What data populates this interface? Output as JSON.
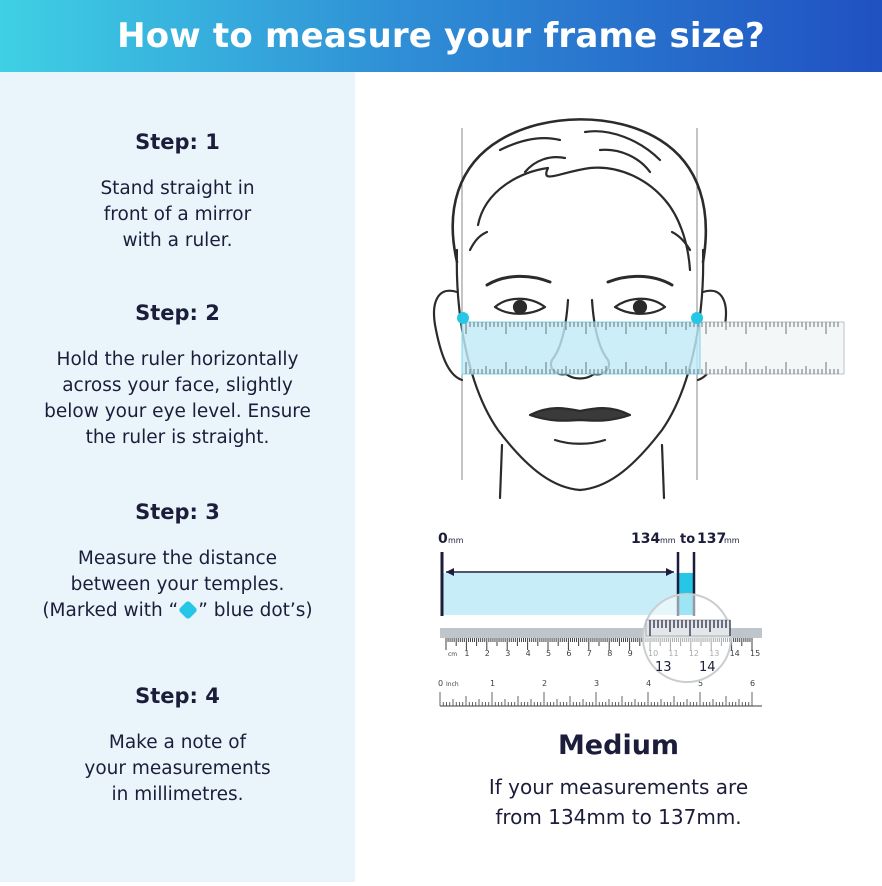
{
  "title": "How to measure your frame size?",
  "steps": [
    {
      "heading": "Step: 1",
      "text": "Stand straight in\nfront of a mirror\nwith a ruler."
    },
    {
      "heading": "Step: 2",
      "text": "Hold the ruler horizontally\nacross your face, slightly\nbelow your eye level. Ensure\nthe ruler is straight."
    },
    {
      "heading": "Step: 3",
      "text_before": "Measure the distance\nbetween your temples.\n(Marked with “",
      "text_after": "” blue dot’s)"
    },
    {
      "heading": "Step: 4",
      "text": "Make a note of\nyour measurements\nin millimetres."
    }
  ],
  "scale": {
    "zero_label": "0",
    "zero_unit": "mm",
    "min_value": "134",
    "min_unit": "mm",
    "to_word": "to",
    "max_value": "137",
    "max_unit": "mm",
    "cm_unit": "cm",
    "inch_unit": "Inch",
    "cm_ticks": [
      "1",
      "2",
      "3",
      "4",
      "5",
      "6",
      "7",
      "8",
      "9",
      "10",
      "11",
      "12",
      "13",
      "14",
      "15"
    ],
    "inch_ticks": [
      "0",
      "1",
      "2",
      "3",
      "4",
      "5",
      "6"
    ],
    "magnifier_labels": [
      "13",
      "14"
    ]
  },
  "result": {
    "size": "Medium",
    "description": "If your measurements are\nfrom 134mm to 137mm."
  },
  "colors": {
    "accent": "#26c6e6",
    "band": "#c7eef8",
    "header_start": "#3fd0e4",
    "header_end": "#2051c2",
    "panel": "#e9f5fb"
  },
  "icons": [
    "blue-dot-marker-icon",
    "face-illustration",
    "ruler-icon",
    "magnifier-icon"
  ]
}
